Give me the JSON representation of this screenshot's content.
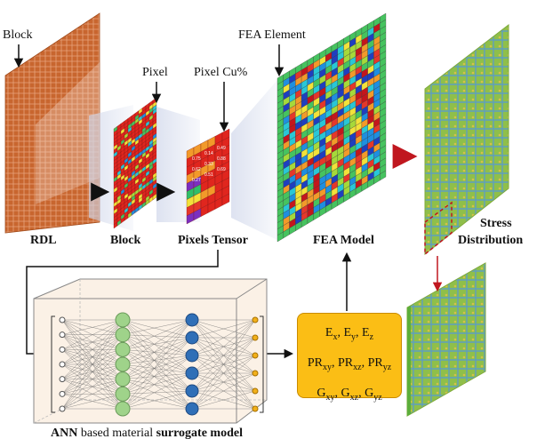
{
  "labels": {
    "block_top": "Block",
    "pixel": "Pixel",
    "pixel_cu": "Pixel Cu%",
    "fea_element": "FEA Element",
    "rdl": "RDL",
    "block": "Block",
    "pixels_tensor": "Pixels Tensor",
    "fea_model": "FEA Model",
    "stress_line1": "Stress",
    "stress_line2": "Distribution"
  },
  "properties": {
    "row1": [
      {
        "s": "E",
        "sub": "x"
      },
      {
        "s": "E",
        "sub": "y"
      },
      {
        "s": "E",
        "sub": "z"
      }
    ],
    "row2": [
      {
        "s": "PR",
        "sub": "xy"
      },
      {
        "s": "PR",
        "sub": "xz"
      },
      {
        "s": "PR",
        "sub": "yz"
      }
    ],
    "row3": [
      {
        "s": "G",
        "sub": "xy"
      },
      {
        "s": "G",
        "sub": "xz"
      },
      {
        "s": "G",
        "sub": "yz"
      }
    ]
  },
  "caption": {
    "part1": "ANN",
    "part2": " based material ",
    "part3": "surrogate model"
  },
  "tensor_values": [
    "0.75",
    "0.14",
    "0.49",
    "0.62",
    "0.33",
    "0.88",
    "0.27",
    "0.51",
    "0.69"
  ],
  "colors": {
    "rdl": "#c8662f",
    "arrow_red": "#c0171f",
    "ann_green": "#9fd38a",
    "ann_blue": "#2f6fb7",
    "props_bg": "#fbbe15"
  }
}
